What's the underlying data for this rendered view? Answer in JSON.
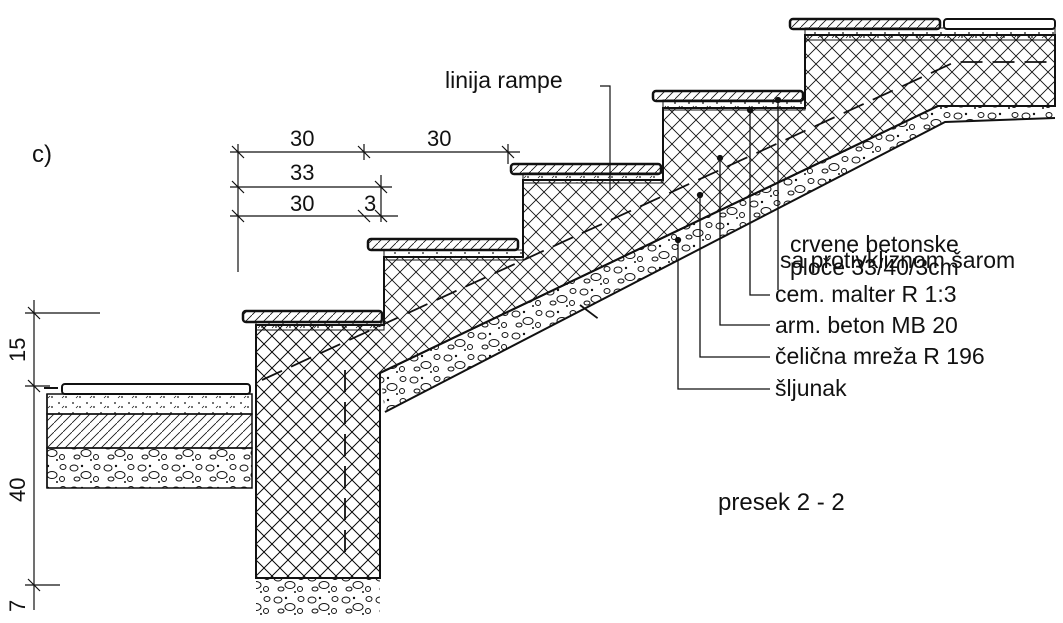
{
  "figure": {
    "panel_letter": "c)",
    "section_title": "presek 2 - 2",
    "ramp_line_label": "linija rampe"
  },
  "dimensions": {
    "tread_a": "30",
    "tread_b": "30",
    "tread_with_nosing": "33",
    "tread_c": "30",
    "nosing": "3",
    "riser": "15",
    "slab_depth": "40",
    "base_depth": "7"
  },
  "layers": [
    {
      "line1": "crvene betonske",
      "line2": "ploče 33/40/3cm",
      "line3": "sa protivkliznom šarom"
    },
    {
      "line1": "cem. malter R 1:3"
    },
    {
      "line1": "arm. beton MB 20"
    },
    {
      "line1": "čelična mreža R 196"
    },
    {
      "line1": "šljunak"
    }
  ],
  "colors": {
    "ink": "#111111",
    "paper": "#ffffff"
  }
}
